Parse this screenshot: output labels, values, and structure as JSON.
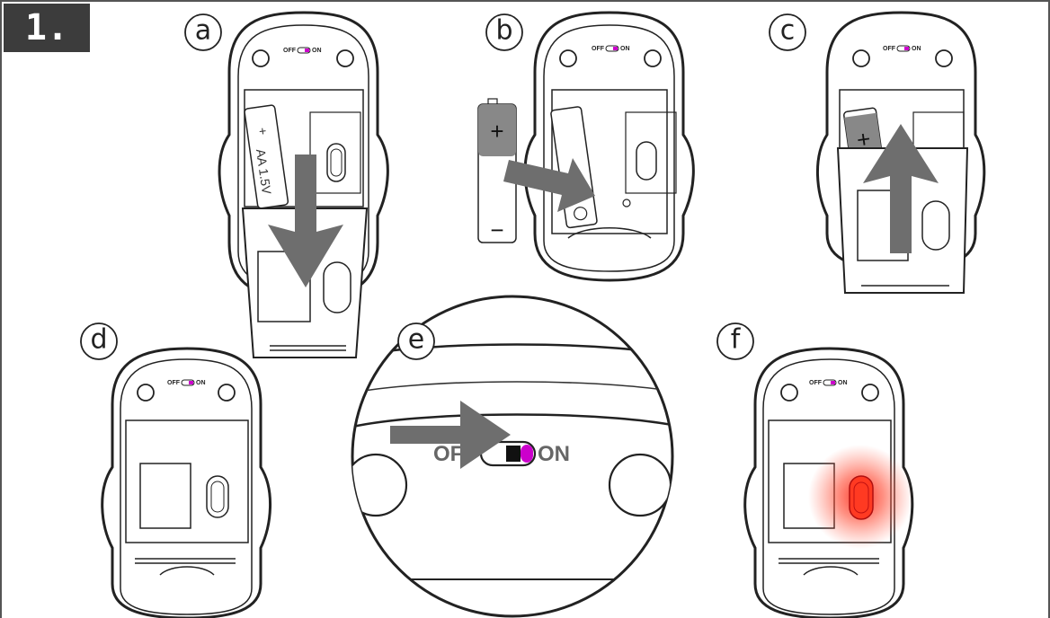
{
  "step_number": "1.",
  "panels": [
    {
      "id": "a",
      "label": "a"
    },
    {
      "id": "b",
      "label": "b"
    },
    {
      "id": "c",
      "label": "c"
    },
    {
      "id": "d",
      "label": "d"
    },
    {
      "id": "e",
      "label": "e"
    },
    {
      "id": "f",
      "label": "f"
    }
  ],
  "switch": {
    "off_label": "OFF",
    "on_label": "ON"
  },
  "battery": {
    "plus_label": "+",
    "minus_label": "−",
    "spec_label": "AA 1.5V"
  },
  "colors": {
    "arrow": "#6e6e6e",
    "switch_on": "#cc00cc",
    "led_glow": "#ff2a1a",
    "outline": "#222222"
  }
}
